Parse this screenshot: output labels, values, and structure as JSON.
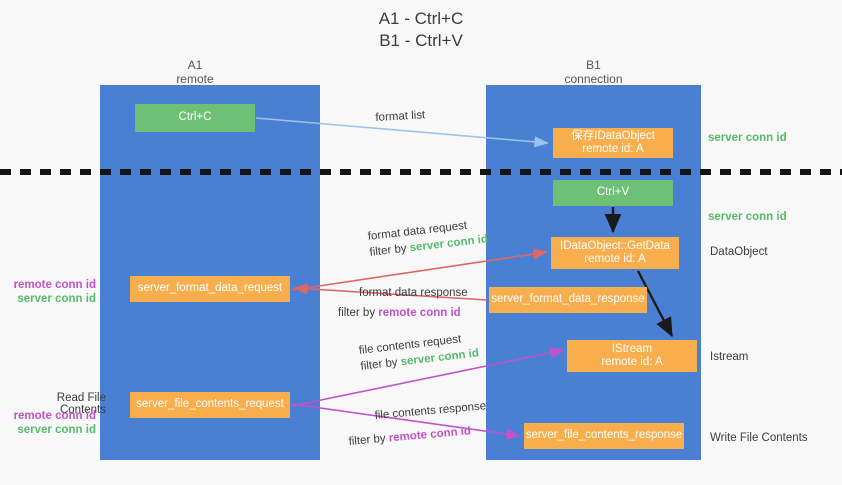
{
  "title": "A1 - Ctrl+C\nB1 - Ctrl+V",
  "lanes": [
    {
      "name": "a1",
      "header": "A1\nremote",
      "color": "#4a80d4"
    },
    {
      "name": "b1",
      "header": "B1\nconnection",
      "color": "#4a80d4"
    }
  ],
  "boxes": {
    "ctrl_c": "Ctrl+C",
    "save_idataobject": "保存IDataObject\nremote id: A",
    "ctrl_v": "Ctrl+V",
    "getdata": "IDataObject::GetData\nremote id: A",
    "server_format_data_request": "server_format_data_request",
    "server_format_data_response": "server_format_data_response",
    "istream": "IStream\nremote id: A",
    "server_file_contents_request": "server_file_contents_request",
    "server_file_contents_response": "server_file_contents_response"
  },
  "right_labels": {
    "server_conn_id_1": "server conn id",
    "server_conn_id_2": "server conn id",
    "dataobject": "DataObject",
    "istream": "Istream",
    "write_file_contents": "Write File Contents"
  },
  "left_labels": {
    "remote_conn_id_1": "remote conn id",
    "server_conn_id_1": "server conn id",
    "read_file_contents": "Read File Contents",
    "remote_conn_id_2": "remote conn id",
    "server_conn_id_2": "server conn id"
  },
  "flow_labels": {
    "format_list": "format list",
    "format_data_request": "format data request",
    "filter_by_1": "filter by ",
    "filter_by_1_target": "server conn id",
    "format_data_response": "format data response",
    "filter_by_2": "filter by ",
    "filter_by_2_target": "remote conn id",
    "file_contents_request": "file contents request",
    "filter_by_3": "filter by ",
    "filter_by_3_target": "server conn id",
    "file_contents_response": "file contents response",
    "filter_by_4": "filter by ",
    "filter_by_4_target": "remote conn id"
  },
  "colors": {
    "lane": "#4a80d4",
    "green_box": "#6ec077",
    "orange_box": "#f9ae4d",
    "server_conn_id": "#57bb6a",
    "remote_conn_id": "#c252c9",
    "arrow_blue": "#9cc3e8",
    "arrow_red": "#e06666",
    "arrow_magenta": "#c252c9",
    "arrow_black": "#1a1a1a",
    "background": "#f8f8f8"
  }
}
